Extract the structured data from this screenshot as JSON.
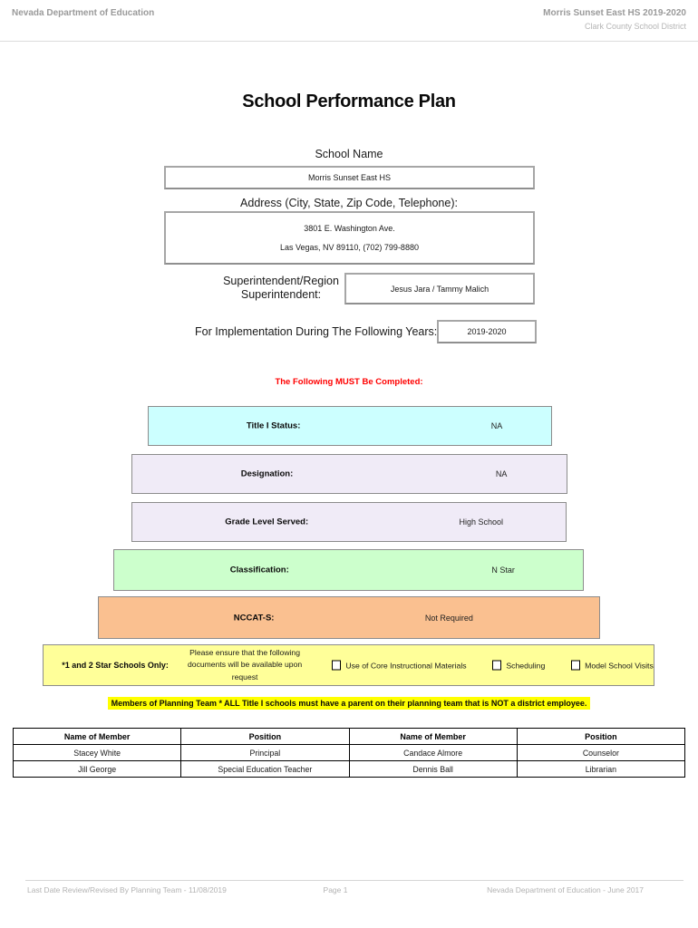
{
  "header": {
    "left": "Nevada Department of Education",
    "right_line1": "Morris Sunset East HS  2019-2020",
    "right_line2": "Clark County School District"
  },
  "title": "School Performance Plan",
  "form": {
    "school_name_label": "School Name",
    "school_name_value": "Morris Sunset East HS",
    "address_label": "Address (City, State, Zip Code, Telephone):",
    "address_line1": "3801 E. Washington Ave.",
    "address_line2": "Las Vegas, NV  89110, (702) 799-8880",
    "superintendent_label_line1": "Superintendent/Region",
    "superintendent_label_line2": "Superintendent:",
    "superintendent_value": "Jesus Jara / Tammy Malich",
    "implementation_label": "For Implementation During The Following Years:",
    "implementation_value": "2019-2020"
  },
  "must_complete_notice": {
    "text": "The Following MUST Be Completed:",
    "color": "#FF0000"
  },
  "status_bars": [
    {
      "label": "Title I Status:",
      "value": "NA",
      "color": "#CCFFFF"
    },
    {
      "label": "Designation:",
      "value": "NA",
      "color": "#F0EBF7"
    },
    {
      "label": "Grade Level Served:",
      "value": "High School",
      "color": "#F0EBF7"
    },
    {
      "label": "Classification:",
      "value": "N Star",
      "color": "#CCFFCC"
    },
    {
      "label": "NCCAT-S:",
      "value": "Not Required",
      "color": "#FAC090"
    }
  ],
  "star_schools_row": {
    "background": "#FFFF99",
    "label": "*1 and 2 Star Schools Only:",
    "instruction_line1": "Please ensure that the following",
    "instruction_line2": "documents will be available upon request",
    "checkboxes": [
      {
        "label": "Use of Core Instructional Materials",
        "checked": false
      },
      {
        "label": "Scheduling",
        "checked": false
      },
      {
        "label": "Model School Visits",
        "checked": false
      }
    ]
  },
  "planning_team_notice": {
    "text": "Members of Planning Team * ALL Title I schools must have a parent on their planning team that is NOT a district employee.",
    "highlight_color": "#FFFF00"
  },
  "members_table": {
    "headers": [
      "Name of Member",
      "Position",
      "Name of Member",
      "Position"
    ],
    "rows": [
      [
        "Stacey White",
        "Principal",
        "Candace Almore",
        "Counselor"
      ],
      [
        "Jill George",
        "Special Education Teacher",
        "Dennis Ball",
        "Librarian"
      ]
    ]
  },
  "footer": {
    "left": "Last Date Review/Revised By Planning Team - 11/08/2019",
    "center": "Page 1",
    "right": "Nevada Department of Education - June 2017"
  }
}
